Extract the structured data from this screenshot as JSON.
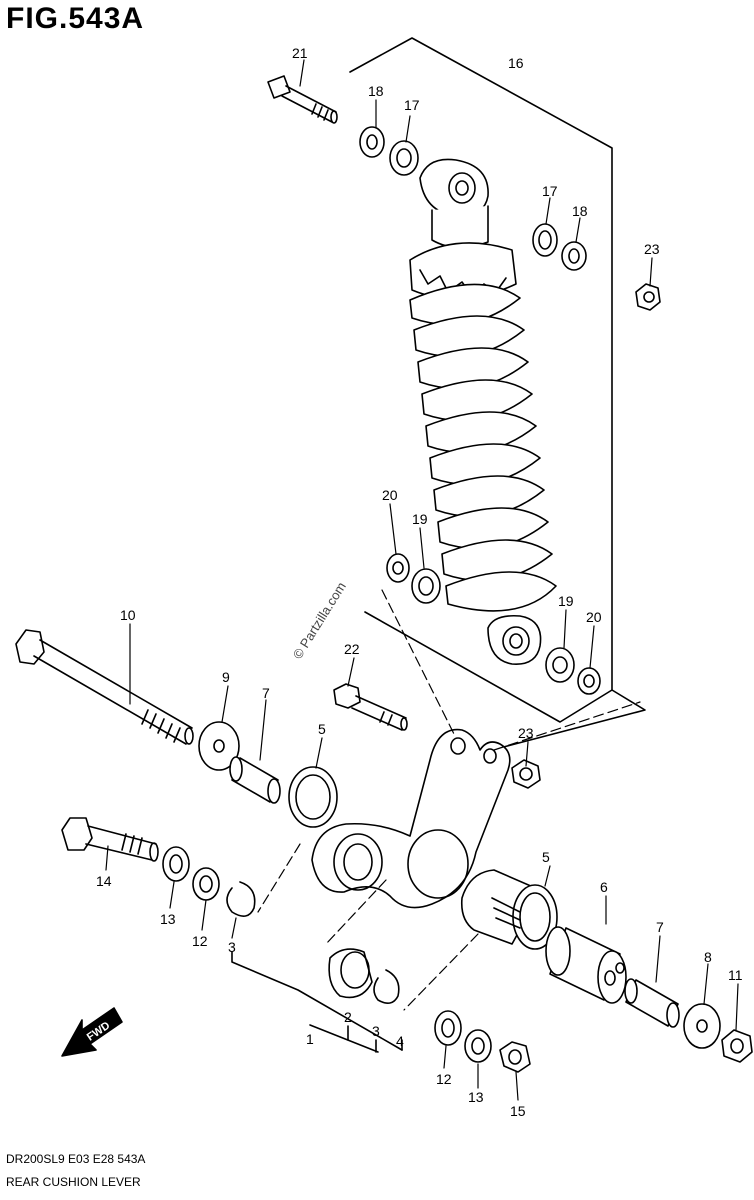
{
  "figure": {
    "title": "FIG.543A"
  },
  "footer": {
    "model": "DR200SL9  E03  E28  543A",
    "name": "REAR CUSHION LEVER"
  },
  "watermark": "© Partzilla.com",
  "fwd_label": "FWD",
  "callouts": {
    "c1": "1",
    "c2": "2",
    "c3a": "3",
    "c3b": "3",
    "c4": "4",
    "c5a": "5",
    "c5b": "5",
    "c6": "6",
    "c7a": "7",
    "c7b": "7",
    "c8": "8",
    "c9": "9",
    "c10": "10",
    "c11": "11",
    "c12a": "12",
    "c12b": "12",
    "c13a": "13",
    "c13b": "13",
    "c14": "14",
    "c15": "15",
    "c16": "16",
    "c17a": "17",
    "c17b": "17",
    "c18a": "18",
    "c18b": "18",
    "c19a": "19",
    "c19b": "19",
    "c20a": "20",
    "c20b": "20",
    "c21": "21",
    "c22": "22",
    "c23a": "23",
    "c23b": "23"
  }
}
